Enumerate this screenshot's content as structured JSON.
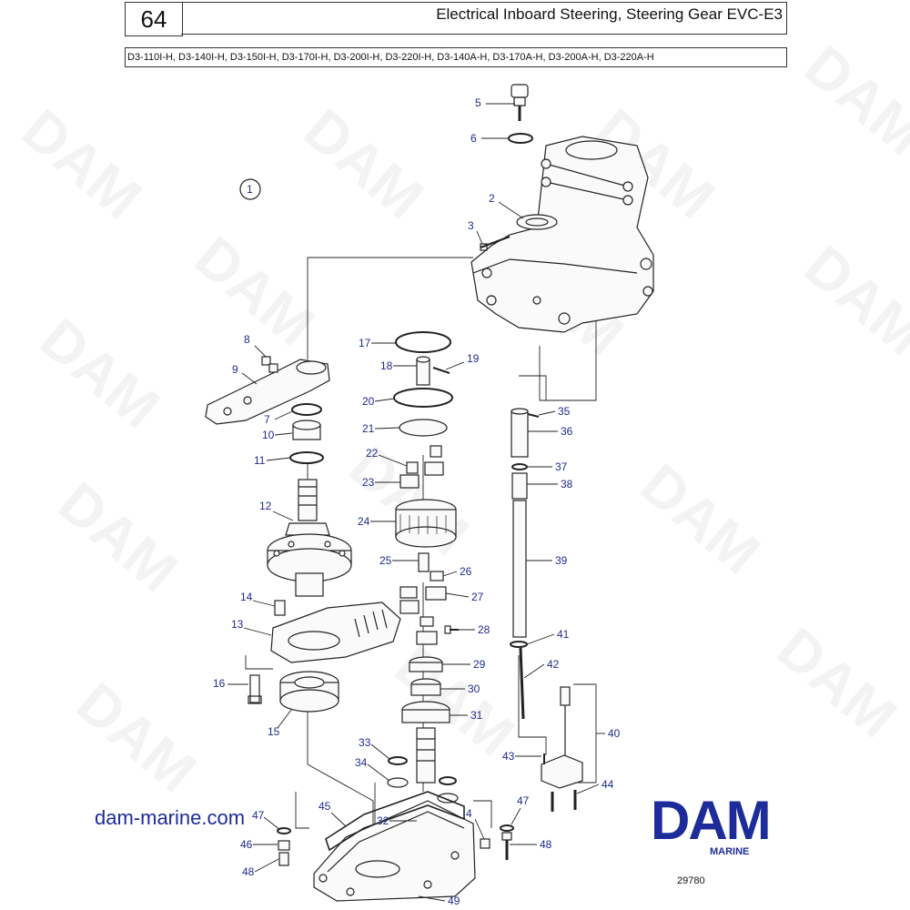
{
  "header": {
    "page_number": "64",
    "title": "Electrical Inboard Steering, Steering Gear EVC-E3",
    "models": "D3-110I-H, D3-140I-H, D3-150I-H, D3-170I-H, D3-200I-H, D3-220I-H, D3-140A-H, D3-170A-H, D3-200A-H, D3-220A-H"
  },
  "diagram": {
    "group_marker": "1",
    "callouts": [
      "2",
      "3",
      "4",
      "5",
      "6",
      "7",
      "8",
      "9",
      "10",
      "11",
      "12",
      "13",
      "14",
      "15",
      "16",
      "17",
      "18",
      "19",
      "20",
      "21",
      "22",
      "23",
      "24",
      "25",
      "26",
      "27",
      "28",
      "29",
      "30",
      "31",
      "32",
      "33",
      "34",
      "35",
      "36",
      "37",
      "38",
      "39",
      "40",
      "41",
      "42",
      "43",
      "44",
      "45",
      "46",
      "47",
      "48",
      "49"
    ],
    "watermark": "DAM"
  },
  "footer": {
    "website": "dam-marine.com",
    "brand": "DAM",
    "brand_sub": "MARINE",
    "reference": "29780"
  },
  "colors": {
    "accent": "#1f2a9a",
    "line": "#222222"
  }
}
